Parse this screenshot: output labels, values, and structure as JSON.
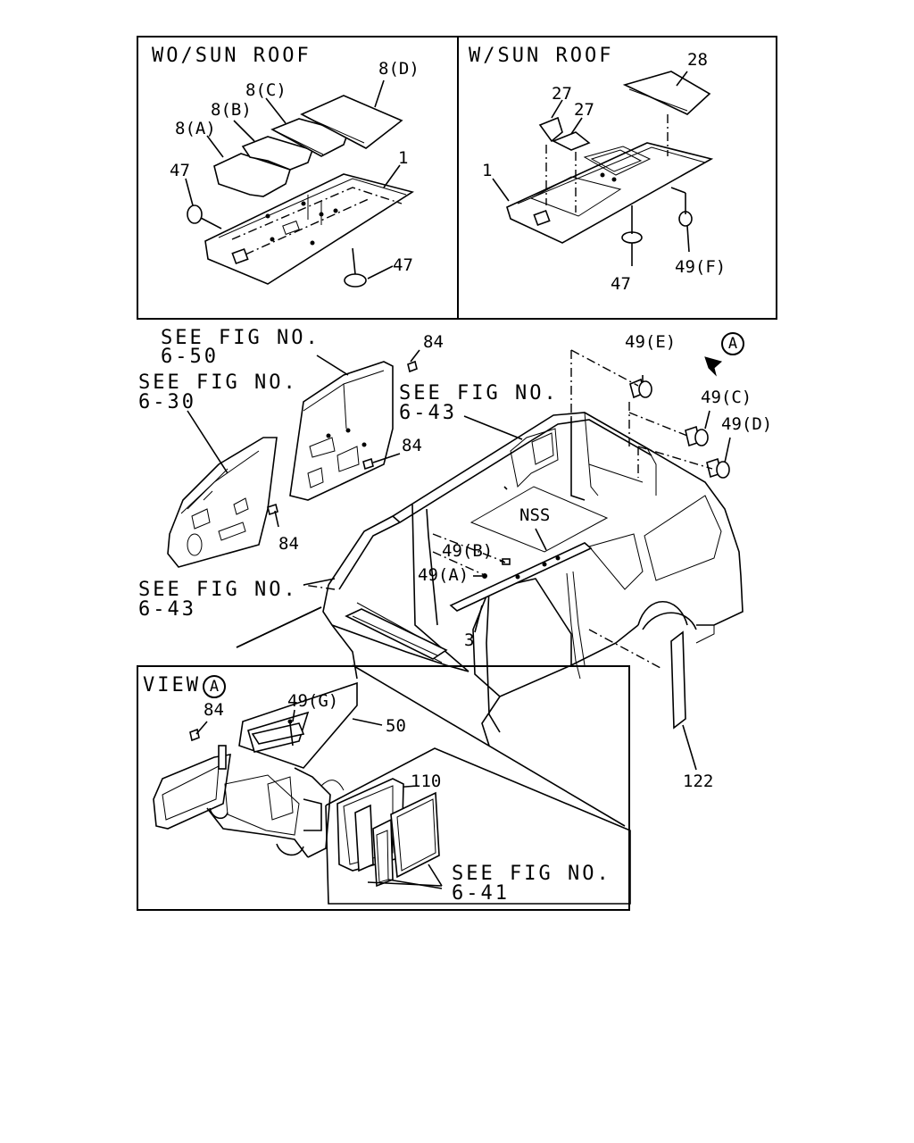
{
  "panels": {
    "wo_sun_roof": {
      "title": "WO/SUN ROOF"
    },
    "w_sun_roof": {
      "title": "W/SUN ROOF"
    },
    "view_a": {
      "title": "VIEW",
      "marker": "A"
    }
  },
  "see_fig": {
    "prefix": "SEE FIG NO.",
    "fig_6_50": "6-50",
    "fig_6_30": "6-30",
    "fig_6_43_top": "6-43",
    "fig_6_43_left": "6-43",
    "fig_6_41": "6-41"
  },
  "view_marker": "A",
  "callouts": {
    "p8d": "8(D)",
    "p8c": "8(C)",
    "p8b": "8(B)",
    "p8a": "8(A)",
    "p47_l": "47",
    "p1_l": "1",
    "p47_l2": "47",
    "p28": "28",
    "p27a": "27",
    "p27b": "27",
    "p1_r": "1",
    "p47_r": "47",
    "p49f": "49(F)",
    "p84_a": "84",
    "p84_b": "84",
    "p84_c": "84",
    "p49e": "49(E)",
    "p49c": "49(C)",
    "p49d": "49(D)",
    "nss": "NSS",
    "p49b": "49(B)",
    "p49a": "49(A)",
    "p3": "3",
    "p122": "122",
    "p84_v": "84",
    "p49g": "49(G)",
    "p50": "50",
    "p110": "110"
  }
}
